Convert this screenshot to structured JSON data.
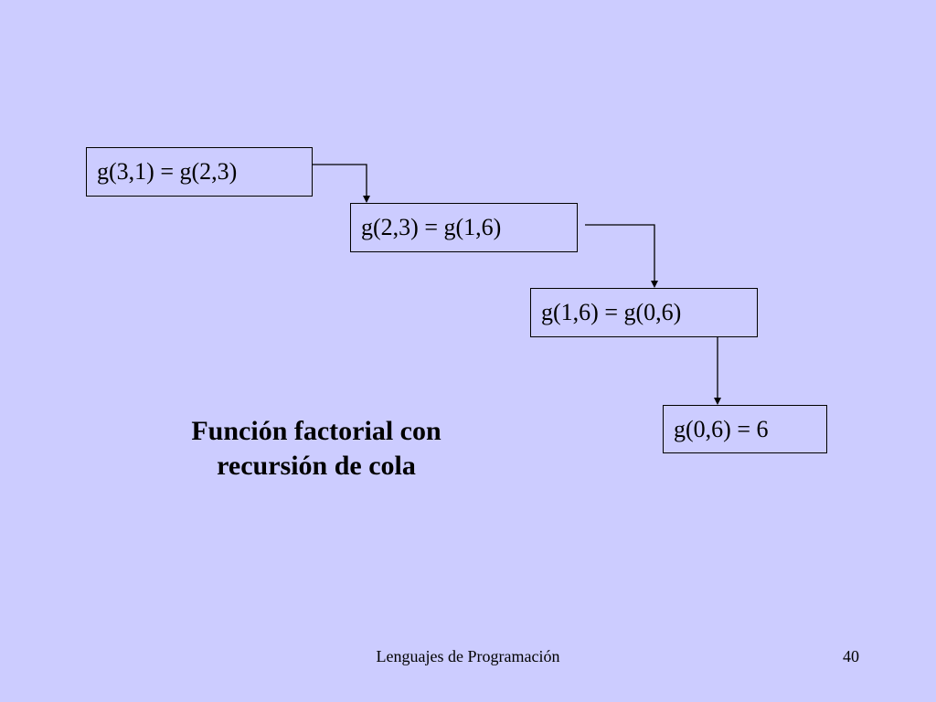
{
  "diagram": {
    "steps": [
      "g(3,1) = g(2,3)",
      "g(2,3) = g(1,6)",
      "g(1,6) = g(0,6)",
      "g(0,6) = 6"
    ],
    "caption_line1": "Función factorial con",
    "caption_line2": "recursión de cola"
  },
  "footer": {
    "title": "Lenguajes de Programación",
    "page_number": "40"
  }
}
